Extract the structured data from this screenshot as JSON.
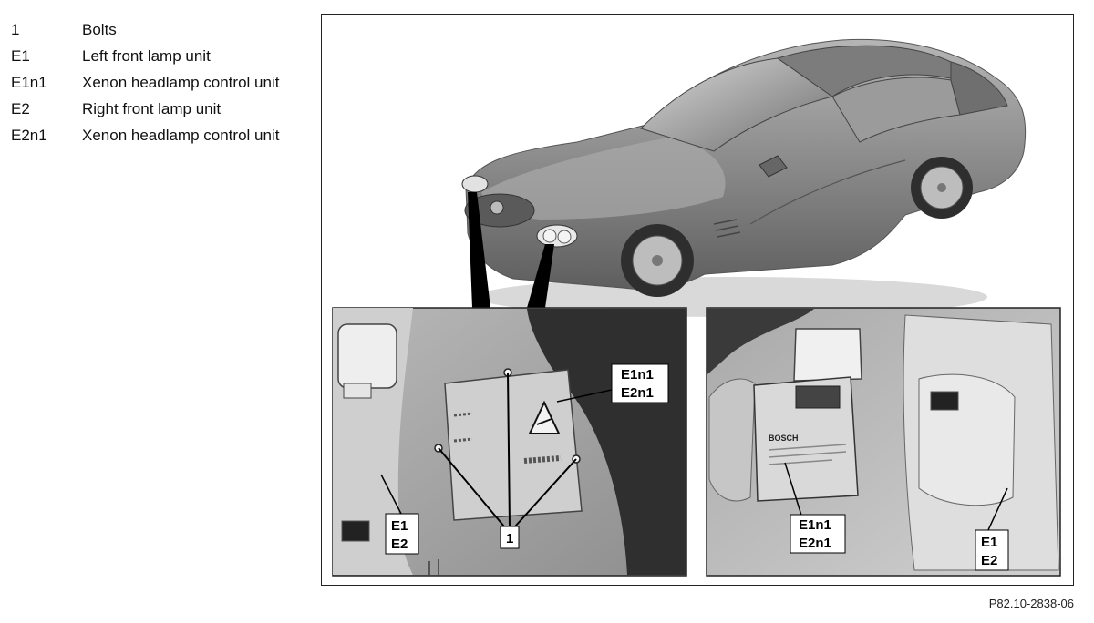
{
  "legend": [
    {
      "code": "1",
      "description": "Bolts"
    },
    {
      "code": "E1",
      "description": "Left front lamp unit"
    },
    {
      "code": "E1n1",
      "description": "Xenon headlamp control unit"
    },
    {
      "code": "E2",
      "description": "Right front lamp unit"
    },
    {
      "code": "E2n1",
      "description": "Xenon headlamp control unit"
    }
  ],
  "callouts": {
    "left_photo": {
      "control_unit_top": "E1n1",
      "control_unit_bottom": "E2n1",
      "lamp_top": "E1",
      "lamp_bottom": "E2",
      "bolts": "1"
    },
    "right_photo": {
      "control_unit_top": "E1n1",
      "control_unit_bottom": "E2n1",
      "lamp_top": "E1",
      "lamp_bottom": "E2"
    }
  },
  "control_unit_brand": "BOSCH",
  "reference_code": "P82.10-2838-06",
  "colors": {
    "frame": "#222222",
    "photo_gray": "#9a9a9a",
    "car_body": "#8f8f8f"
  }
}
